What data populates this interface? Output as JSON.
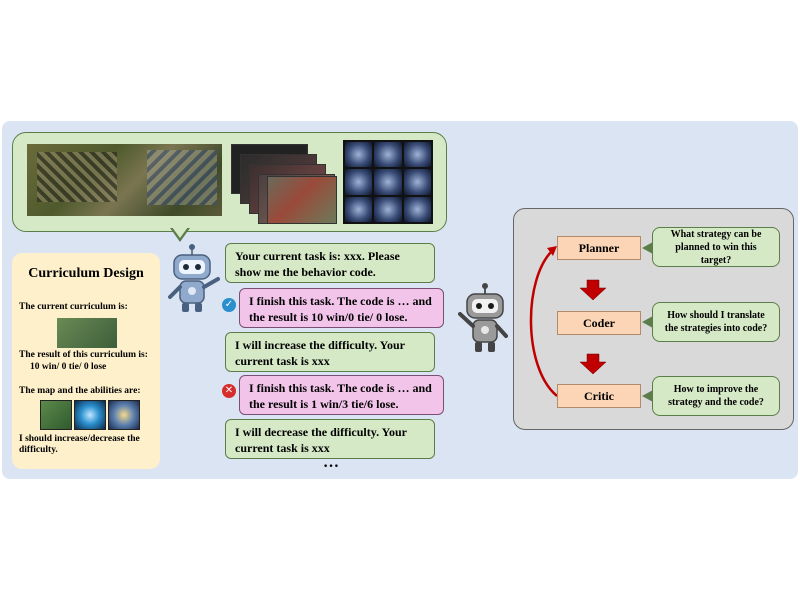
{
  "colors": {
    "panel_bg": "#dbe4f3",
    "green_bubble": "#d6e9c6",
    "pink_bubble": "#f2c4ea",
    "curriculum_bg": "#fdf0cb",
    "role_box": "#fbd5b5",
    "arrow_red": "#c00000",
    "success_blue": "#2b8fce",
    "fail_red": "#d62d2d"
  },
  "curriculum": {
    "title": "Curriculum Design",
    "current_label": "The current curriculum is:",
    "result_label": "The result of this curriculum is:",
    "result_value": "10 win/ 0 tie/ 0 lose",
    "map_label": "The map and the abilities are:",
    "instruction_line1": "I should increase/decrease the",
    "instruction_line2": "difficulty."
  },
  "dialog": [
    {
      "line1": "Your current task is: xxx.  Please",
      "line2": "show me the behavior code."
    },
    {
      "line1": "I finish this task. The code is … and",
      "line2": "the result is 10 win/0 tie/ 0 lose.",
      "status_icon": "check-circle-icon"
    },
    {
      "line1": "I will increase the difficulty. Your",
      "line2": "current task is xxx"
    },
    {
      "line1": "I finish this task. The code is … and",
      "line2": "the result is 1 win/3 tie/6 lose.",
      "status_icon": "x-circle-icon"
    },
    {
      "line1": "I will decrease the difficulty. Your",
      "line2": "current task is xxx"
    }
  ],
  "ellipsis": "…",
  "roles": [
    {
      "name": "Planner",
      "question_line1": "What strategy can be",
      "question_line2": "planned to win this target?"
    },
    {
      "name": "Coder",
      "question_line1": "How should I translate",
      "question_line2": "the strategies into code?"
    },
    {
      "name": "Critic",
      "question_line1": "How to improve the",
      "question_line2": "strategy and the code?"
    }
  ]
}
